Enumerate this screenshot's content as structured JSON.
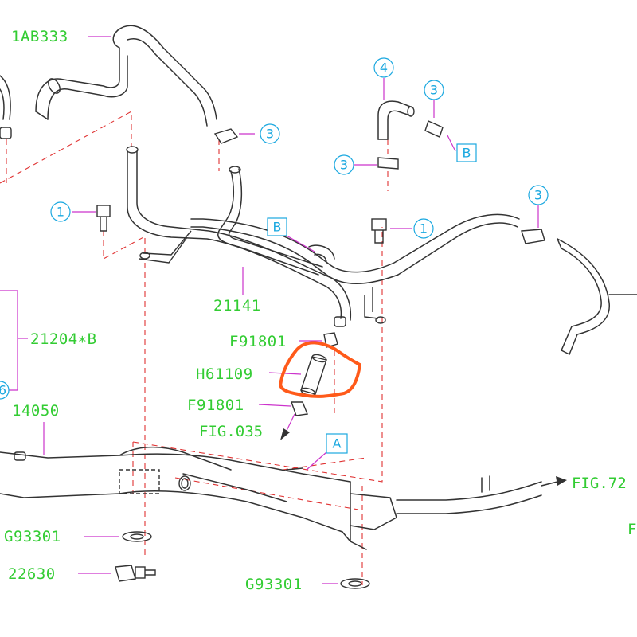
{
  "labels": {
    "p1AB333": "1AB333",
    "p21141": "21141",
    "p21204B": "21204∗B",
    "pF91801a": "F91801",
    "pH61109": "H61109",
    "pF91801b": "F91801",
    "fig035": "FIG.035",
    "p14050": "14050",
    "pG93301a": "G93301",
    "p22630": "22630",
    "pG93301b": "G93301",
    "fig72": "FIG.72",
    "edgeF": "F"
  },
  "callouts": {
    "c1a": "1",
    "c1b": "1",
    "c3a": "3",
    "c3b": "3",
    "c3c": "3",
    "c3d": "3",
    "c4": "4",
    "c6": "6"
  },
  "refs": {
    "boxB1": "B",
    "boxB2": "B",
    "boxA": "A"
  },
  "colors": {
    "part_number_text": "#33cc33",
    "callout_text": "#1aa8e0",
    "leader_line": "#cc33cc",
    "centerline": "#e03333",
    "highlight": "#ff5a1a",
    "drawing": "#333333"
  }
}
